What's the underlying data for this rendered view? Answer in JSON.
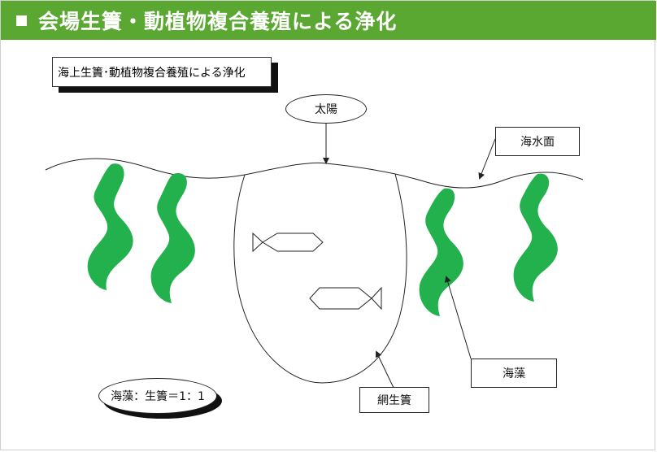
{
  "header": {
    "title": "会場生簀・動植物複合養殖による浄化",
    "bg_color": "#5aa832"
  },
  "diagram": {
    "title_box": "海上生簀･動植物複合養殖による浄化",
    "sun_label": "太陽",
    "sea_surface_label": "海水面",
    "seaweed_label": "海藻",
    "net_pen_label": "網生簀",
    "ratio_label": "海藻：生簀＝1：1",
    "seaweed_color": "#22b14c"
  }
}
